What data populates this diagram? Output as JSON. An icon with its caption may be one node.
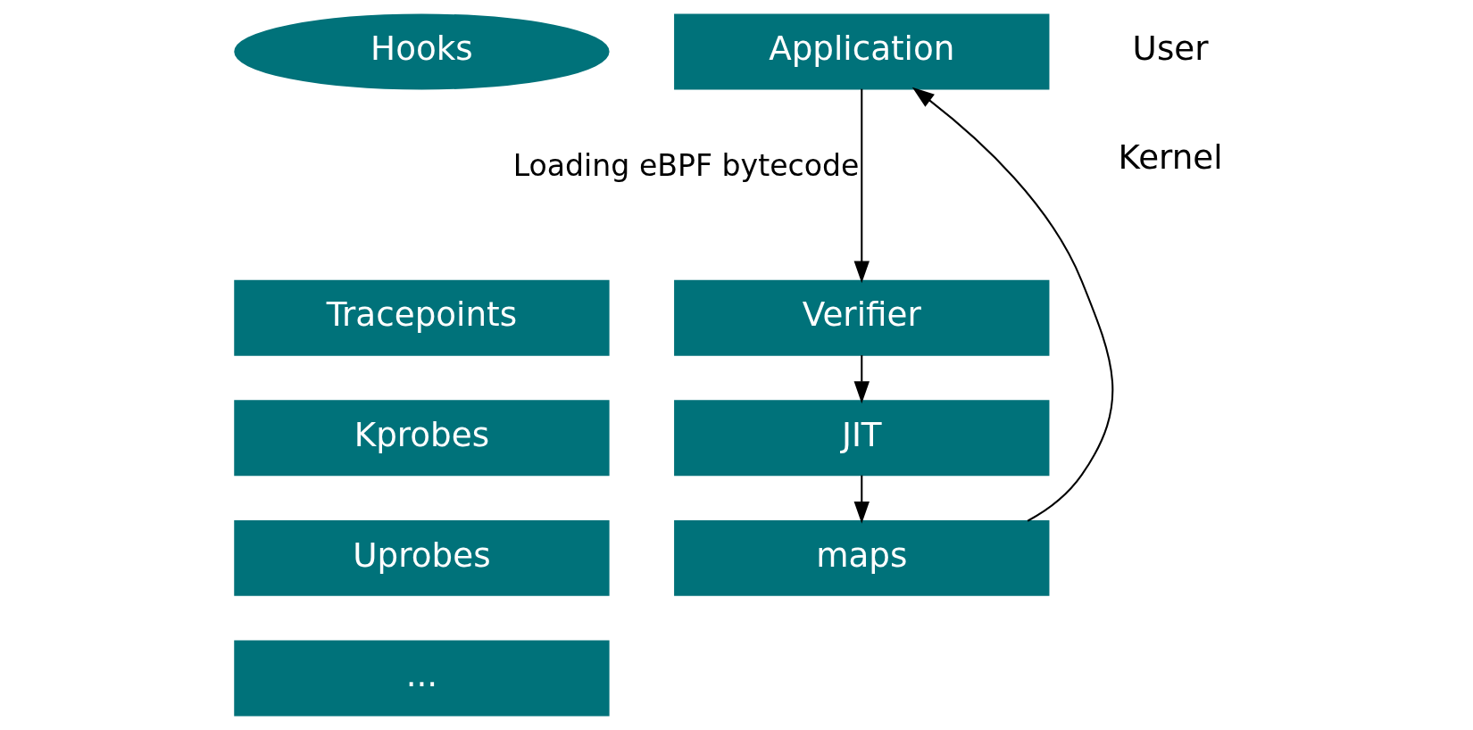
{
  "diagram": {
    "nodes": [
      {
        "text": [
          "Hooks"
        ]
      },
      {
        "text": [
          "Tracepoints"
        ]
      },
      {
        "text": [
          "Kprobes"
        ]
      },
      {
        "text": [
          "Uprobes"
        ]
      },
      {
        "text": [
          "..."
        ]
      },
      {
        "text": [
          "Application"
        ]
      },
      {
        "text": [
          "Verifier"
        ]
      },
      {
        "text": [
          "JIT"
        ]
      },
      {
        "text": [
          "maps"
        ]
      }
    ],
    "edges": [
      {
        "from": 5,
        "to": 6,
        "arrow": "to",
        "label": "Loading eBPF bytecode"
      },
      {
        "from": 6,
        "to": 7,
        "arrow": "to"
      },
      {
        "from": 7,
        "to": 8,
        "arrow": "to"
      },
      {
        "from": 8,
        "to": 5,
        "arrow": "to"
      }
    ],
    "labels": [
      "User",
      "Kernel"
    ]
  }
}
